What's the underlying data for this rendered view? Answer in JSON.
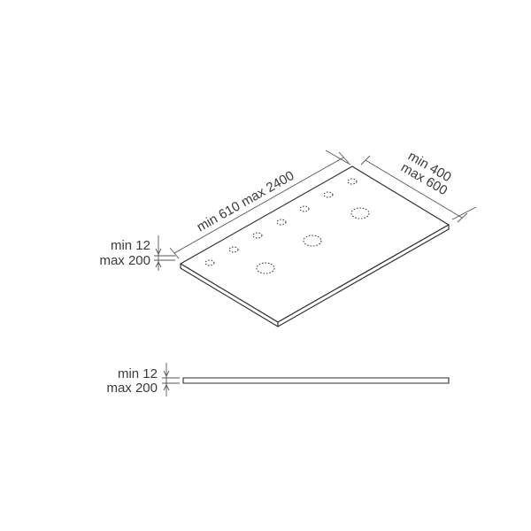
{
  "drawing": {
    "length_label": "min 610 max 2400",
    "width_label_line1": "min 400",
    "width_label_line2": "max 600",
    "thickness_top_line1": "min 12",
    "thickness_top_line2": "max 200",
    "thickness_side_line1": "min 12",
    "thickness_side_line2": "max 200"
  },
  "colors": {
    "stroke": "#2b2b2b",
    "text": "#3a3a3a",
    "background": "#ffffff"
  }
}
